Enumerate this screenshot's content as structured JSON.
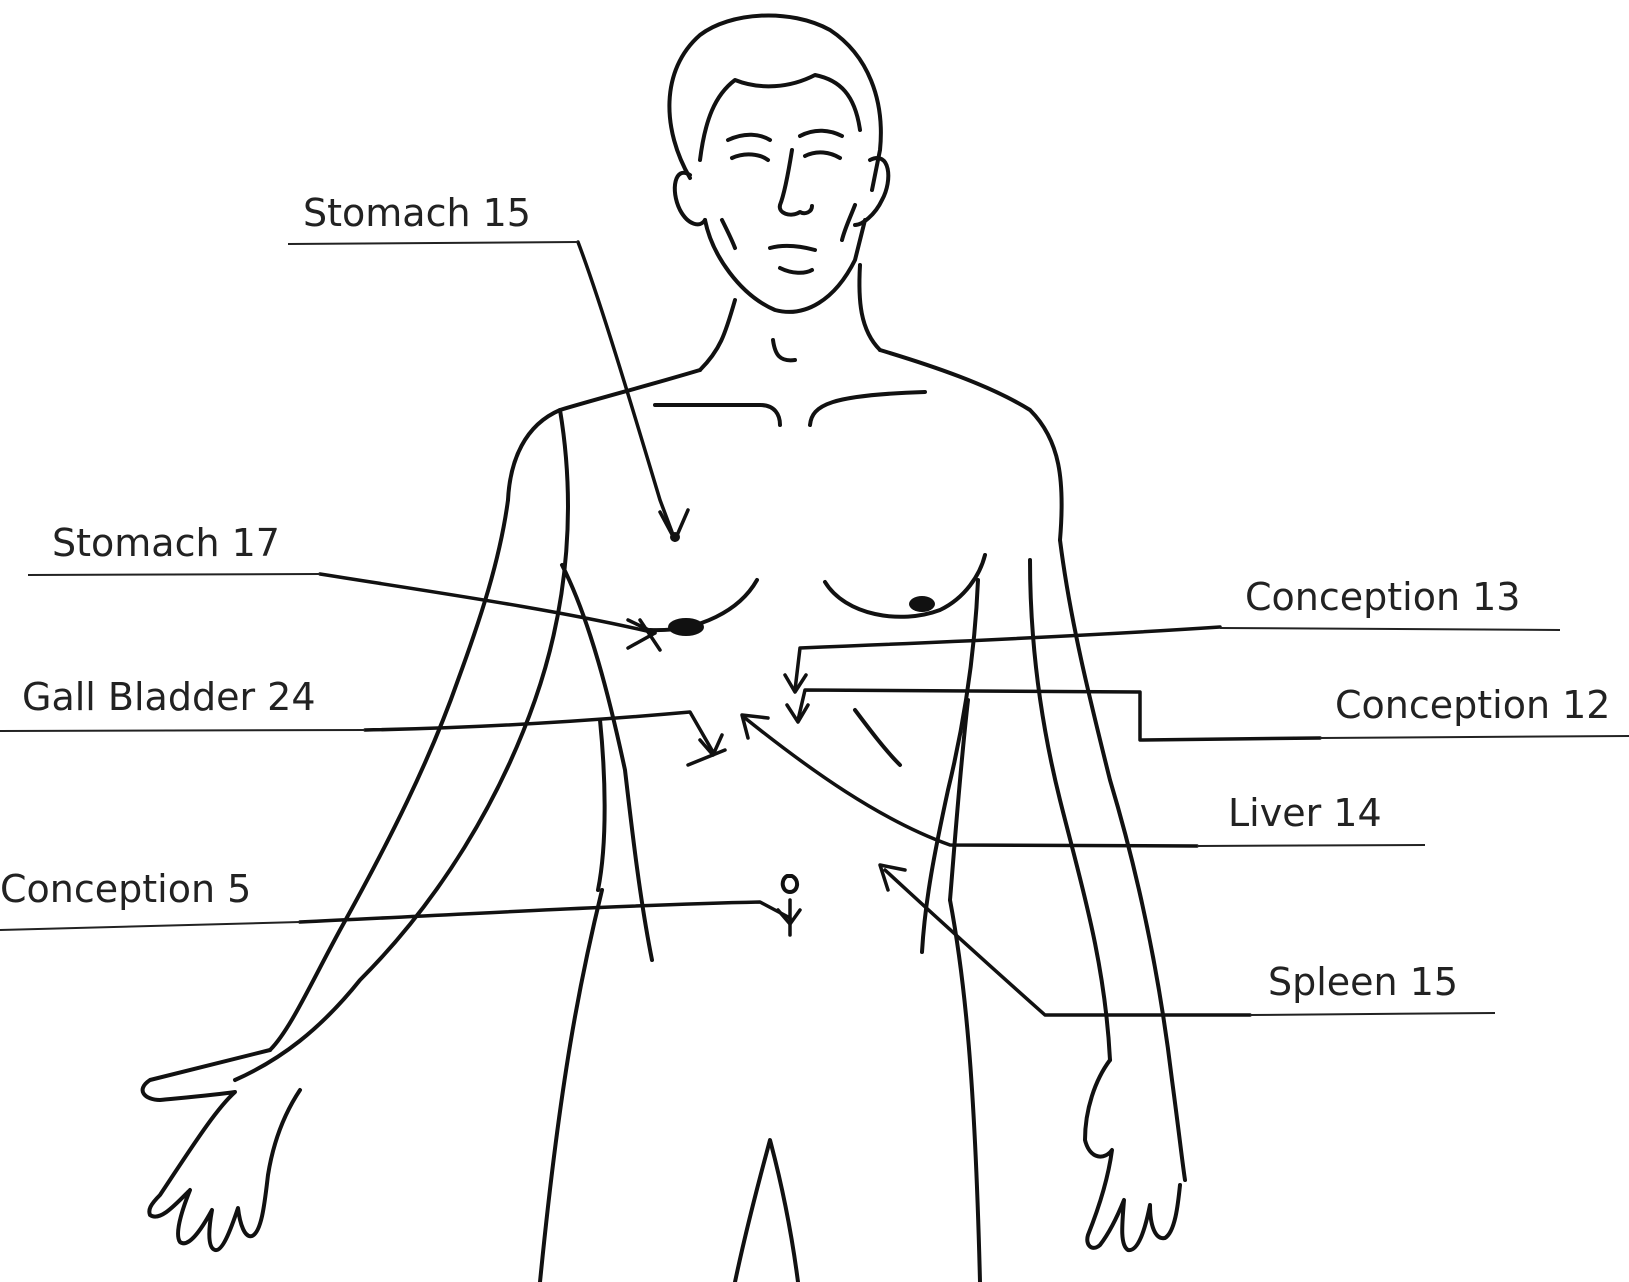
{
  "labels": {
    "stomach_15": "Stomach 15",
    "stomach_17": "Stomach 17",
    "conception_13": "Conception 13",
    "gall_bladder_24": "Gall Bladder 24",
    "conception_12": "Conception 12",
    "liver_14": "Liver 14",
    "conception_5": "Conception 5",
    "spleen_15": "Spleen 15"
  }
}
